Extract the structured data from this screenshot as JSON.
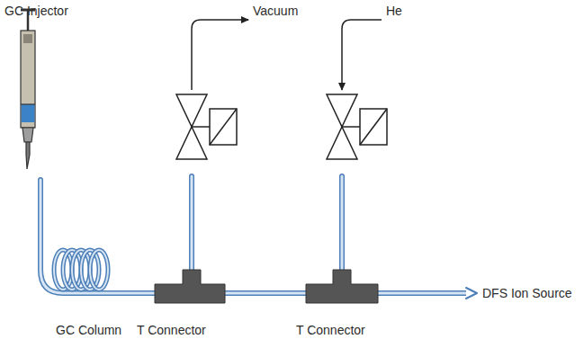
{
  "diagram": {
    "labels": [
      "GC Injector",
      "Vacuum",
      "He",
      "GC Column",
      "T Connector",
      "T Connector",
      "DFS Ion Source"
    ]
  }
}
